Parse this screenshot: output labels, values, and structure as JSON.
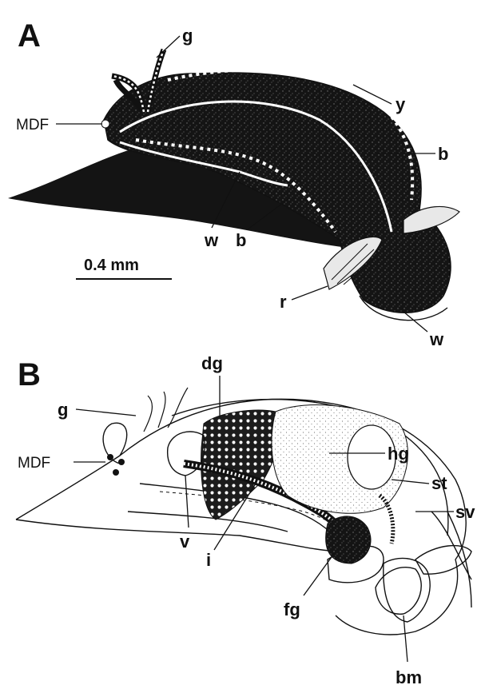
{
  "panel_a": {
    "letter": "A",
    "scale_bar": "0.4 mm",
    "labels": {
      "g": "g",
      "mdf": "MDF",
      "y": "y",
      "b_upper": "b",
      "w_left": "w",
      "b_lower": "b",
      "r": "r",
      "w_right": "w"
    }
  },
  "panel_b": {
    "letter": "B",
    "labels": {
      "dg": "dg",
      "g": "g",
      "mdf": "MDF",
      "hg": "hg",
      "st": "st",
      "sv": "sv",
      "v": "v",
      "i": "i",
      "fg": "fg",
      "bm": "bm"
    }
  },
  "colors": {
    "ink": "#111111",
    "background": "#ffffff",
    "highlight": "#ffffff"
  }
}
